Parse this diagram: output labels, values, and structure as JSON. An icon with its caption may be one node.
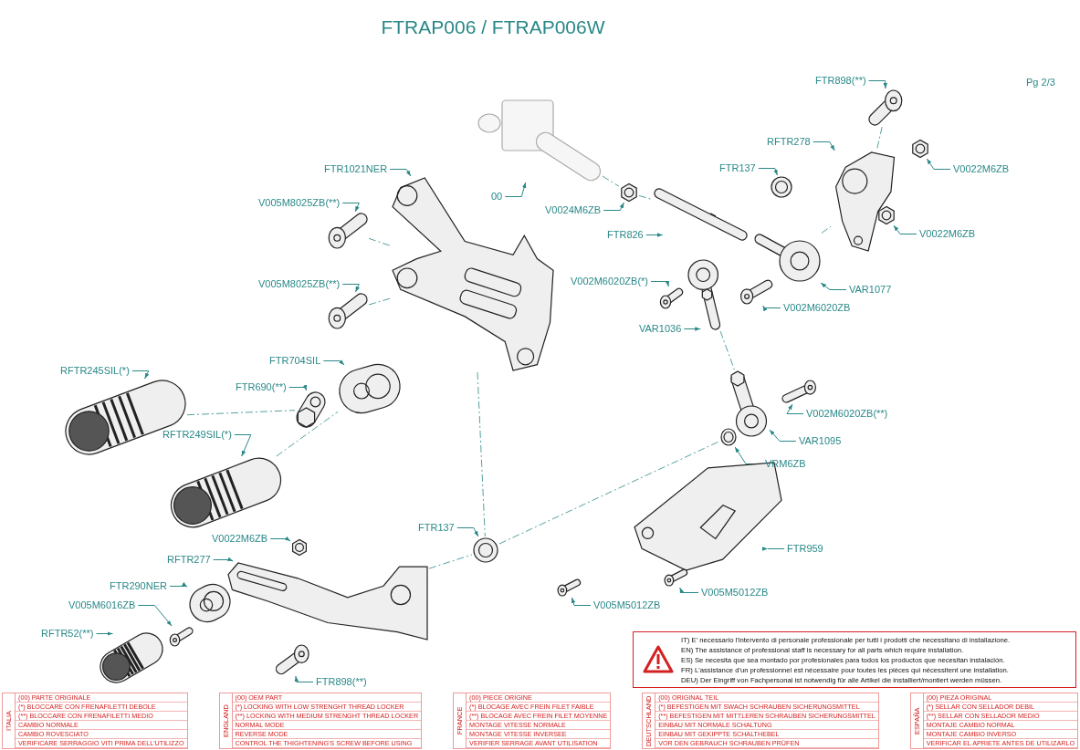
{
  "diagram": {
    "title": "FTRAP006 / FTRAP006W",
    "nodes": [
      {
        "text": [
          "FTR1021NER"
        ]
      },
      {
        "text": [
          "V005M8025ZB(**)"
        ]
      },
      {
        "text": [
          "V005M8025ZB(**)"
        ]
      },
      {
        "text": [
          "00"
        ]
      },
      {
        "text": [
          "V0024M6ZB"
        ]
      },
      {
        "text": [
          "FTR826"
        ]
      },
      {
        "text": [
          "FTR137"
        ]
      },
      {
        "text": [
          "RFTR278"
        ]
      },
      {
        "text": [
          "FTR898(**)"
        ]
      },
      {
        "text": [
          "V0022M6ZB"
        ]
      },
      {
        "text": [
          "V0022M6ZB"
        ]
      },
      {
        "text": [
          "VAR1077"
        ]
      },
      {
        "text": [
          "V002M6020ZB"
        ]
      },
      {
        "text": [
          "V002M6020ZB(*)"
        ]
      },
      {
        "text": [
          "VAR1036"
        ]
      },
      {
        "text": [
          "V002M6020ZB(**)"
        ]
      },
      {
        "text": [
          "VAR1095"
        ]
      },
      {
        "text": [
          "VRM6ZB"
        ]
      },
      {
        "text": [
          "FTR959"
        ]
      },
      {
        "text": [
          "V005M5012ZB"
        ]
      },
      {
        "text": [
          "V005M5012ZB"
        ]
      },
      {
        "text": [
          "FTR704SIL"
        ]
      },
      {
        "text": [
          "FTR690(**)"
        ]
      },
      {
        "text": [
          "RFTR245SIL(*)"
        ]
      },
      {
        "text": [
          "RFTR249SIL(*)"
        ]
      },
      {
        "text": [
          "FTR137"
        ]
      },
      {
        "text": [
          "V0022M6ZB"
        ]
      },
      {
        "text": [
          "RFTR277"
        ]
      },
      {
        "text": [
          "FTR290NER"
        ]
      },
      {
        "text": [
          "V005M6016ZB"
        ]
      },
      {
        "text": [
          "RFTR52(**)"
        ]
      },
      {
        "text": [
          "FTR898(**)"
        ]
      },
      {
        "text": [],
        "shape": "picture"
      },
      {
        "text": [],
        "shape": "picture"
      },
      {
        "text": [],
        "shape": "picture"
      },
      {
        "text": [],
        "shape": "picture"
      },
      {
        "text": [],
        "shape": "picture"
      },
      {
        "text": [],
        "shape": "picture"
      },
      {
        "text": [],
        "shape": "picture"
      },
      {
        "text": [],
        "shape": "picture"
      },
      {
        "text": [],
        "shape": "picture"
      },
      {
        "text": [],
        "shape": "picture"
      },
      {
        "text": [],
        "shape": "picture"
      },
      {
        "text": [],
        "shape": "picture"
      },
      {
        "text": [],
        "shape": "picture"
      },
      {
        "text": [],
        "shape": "picture"
      },
      {
        "text": [],
        "shape": "picture"
      },
      {
        "text": [],
        "shape": "picture"
      },
      {
        "text": [],
        "shape": "picture"
      },
      {
        "text": [],
        "shape": "picture"
      },
      {
        "text": [],
        "shape": "picture"
      },
      {
        "text": [],
        "shape": "picture"
      },
      {
        "text": [],
        "shape": "picture"
      },
      {
        "text": [],
        "shape": "picture"
      },
      {
        "text": [],
        "shape": "picture"
      },
      {
        "text": [],
        "shape": "picture"
      },
      {
        "text": [],
        "shape": "picture"
      },
      {
        "text": [],
        "shape": "picture"
      },
      {
        "text": [],
        "shape": "picture"
      },
      {
        "text": [],
        "shape": "picture"
      },
      {
        "text": [],
        "shape": "picture"
      },
      {
        "text": [],
        "shape": "picture"
      },
      {
        "text": [],
        "shape": "picture"
      },
      {
        "text": [],
        "shape": "picture"
      }
    ],
    "edges": [
      {
        "from": 0,
        "to": 32,
        "arrow": "to"
      },
      {
        "from": 1,
        "to": 33,
        "arrow": "to"
      },
      {
        "from": 2,
        "to": 34,
        "arrow": "to"
      },
      {
        "from": 3,
        "to": 35,
        "arrow": "to"
      },
      {
        "from": 4,
        "to": 36,
        "arrow": "to"
      },
      {
        "from": 5,
        "to": 37,
        "arrow": "to"
      },
      {
        "from": 6,
        "to": 38,
        "arrow": "to"
      },
      {
        "from": 7,
        "to": 39,
        "arrow": "to"
      },
      {
        "from": 8,
        "to": 40,
        "arrow": "to"
      },
      {
        "from": 9,
        "to": 41,
        "arrow": "to"
      },
      {
        "from": 10,
        "to": 42,
        "arrow": "to"
      },
      {
        "from": 11,
        "to": 43,
        "arrow": "to"
      },
      {
        "from": 12,
        "to": 44,
        "arrow": "to"
      },
      {
        "from": 13,
        "to": 45,
        "arrow": "to"
      },
      {
        "from": 14,
        "to": 46,
        "arrow": "to"
      },
      {
        "from": 15,
        "to": 47,
        "arrow": "to"
      },
      {
        "from": 16,
        "to": 48,
        "arrow": "to"
      },
      {
        "from": 17,
        "to": 49,
        "arrow": "to"
      },
      {
        "from": 18,
        "to": 50,
        "arrow": "to"
      },
      {
        "from": 19,
        "to": 51,
        "arrow": "to"
      },
      {
        "from": 20,
        "to": 52,
        "arrow": "to"
      },
      {
        "from": 21,
        "to": 53,
        "arrow": "to"
      },
      {
        "from": 22,
        "to": 54,
        "arrow": "to"
      },
      {
        "from": 23,
        "to": 55,
        "arrow": "to"
      },
      {
        "from": 24,
        "to": 56,
        "arrow": "to"
      },
      {
        "from": 25,
        "to": 57,
        "arrow": "to"
      },
      {
        "from": 26,
        "to": 58,
        "arrow": "to"
      },
      {
        "from": 27,
        "to": 59,
        "arrow": "to"
      },
      {
        "from": 28,
        "to": 60,
        "arrow": "to"
      },
      {
        "from": 29,
        "to": 61,
        "arrow": "to"
      },
      {
        "from": 30,
        "to": 62,
        "arrow": "to"
      },
      {
        "from": 31,
        "to": 63,
        "arrow": "to"
      },
      {
        "from": 40,
        "to": 39,
        "arrow": "none",
        "style": "dashed"
      },
      {
        "from": 35,
        "to": 36,
        "arrow": "none",
        "style": "dashed"
      },
      {
        "from": 36,
        "to": 37,
        "arrow": "none",
        "style": "dashed"
      },
      {
        "from": 43,
        "to": 39,
        "arrow": "none",
        "style": "dashed"
      },
      {
        "from": 33,
        "to": 32,
        "arrow": "none",
        "style": "dashed"
      },
      {
        "from": 34,
        "to": 32,
        "arrow": "none",
        "style": "dashed"
      },
      {
        "from": 46,
        "to": 48,
        "arrow": "none",
        "style": "dashed"
      },
      {
        "from": 32,
        "to": 57,
        "arrow": "none",
        "style": "dashed"
      },
      {
        "from": 55,
        "to": 54,
        "arrow": "none",
        "style": "dashed"
      },
      {
        "from": 56,
        "to": 53,
        "arrow": "none",
        "style": "dashed"
      },
      {
        "from": 59,
        "to": 57,
        "arrow": "none",
        "style": "dashed"
      },
      {
        "from": 57,
        "to": 49,
        "arrow": "none",
        "style": "dashed"
      }
    ],
    "labels": [
      "Pg 2/3",
      "IT) E' necessario l'intervento di personale professionale per tutti i prodotti che necessitano di installazione.",
      "EN) The assistance of professional staff is necessary for all parts which require installation.",
      "ES) Se necesita que sea montado por profesionales para todos los productos que necesitan instalación.",
      "FR) L'assistance d'un professionnel est nécessaire pour toutes les pièces qui nécessitent une installation.",
      "DEU) Der Eingriff von Fachpersonal ist notwendig für alle Artikel die installiert/montiert werden müssen.",
      "ITALIA",
      "(00) PARTE ORIGINALE",
      "(*) BLOCCARE CON FRENAFILETTI DEBOLE",
      "(**) BLOCCARE CON FRENAFILETTI MEDIO",
      "CAMBIO NORMALE",
      "CAMBIO ROVESCIATO",
      "VERIFICARE SERRAGGIO VITI PRIMA DELL'UTILIZZO",
      "ENGLAND",
      "(00) OEM PART",
      "(*) LOCKING WITH LOW STRENGHT THREAD LOCKER",
      "(**) LOCKING WITH MEDIUM STRENGHT THREAD LOCKER",
      "NORMAL MODE",
      "REVERSE MODE",
      "CONTROL THE THIGHTENING'S SCREW BEFORE USING",
      "FRANCE",
      "(00) PIECE ORIGINE",
      "(*) BLOCAGE AVEC FREIN FILET FAIBLE",
      "(**) BLOCAGE AVEC FREIN FILET MOYENNE",
      "MONTAGE VITESSE NORMALE",
      "MONTAGE VITESSE INVERSEE",
      "VERIFIER SERRAGE AVANT UTILISATION",
      "DEUTSCHLAND",
      "(00) ORIGINAL TEIL",
      "(*) BEFESTIGEN MIT SWACH SCHRAUBEN SICHERUNGSMITTEL",
      "(**) BEFESTIGEN MIT MITTLEREN SCHRAUBEN SICHERUNGSMITTEL",
      "EINBAU MIT NORMALE SCHALTUNG",
      "EINBAU MIT GEKIPPTE SCHALTHEBEL",
      "VOR DEN GEBRAUCH SCHRAUBEN PRÜFEN",
      "ESPAÑA",
      "(00) PIEZA ORIGINAL",
      "(*) SELLAR CON SELLADOR DEBIL",
      "(**) SELLAR CON SELLADOR MEDIO",
      "MONTAJE CAMBIO NORMAL",
      "MONTAJE CAMBIO INVERSO",
      "VERIFICAR EL APRIETE ANTES DE UTILIZARLO"
    ]
  }
}
